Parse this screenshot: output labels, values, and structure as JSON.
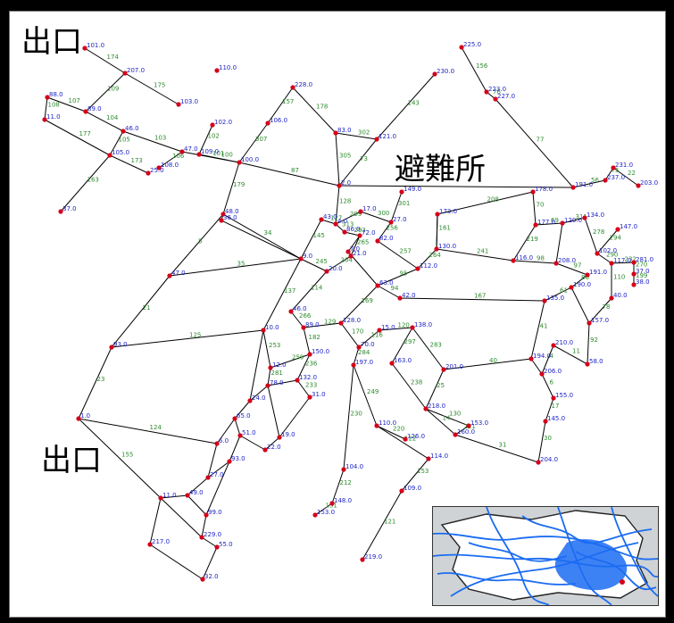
{
  "labels": {
    "exit_top": "出口",
    "exit_bottom": "出口",
    "shelter": "避難所"
  },
  "colors": {
    "edge": "#000000",
    "node": "#d4001a",
    "node_label": "#1f24c4",
    "edge_label": "#2e8b2e",
    "inset_water": "#1b6cf2",
    "inset_land": "#cfd3d6",
    "inset_border": "#222222"
  },
  "nodes": [
    {
      "id": "n1",
      "label": "101.0"
    },
    {
      "id": "n2",
      "label": "207.0"
    },
    {
      "id": "n3",
      "label": "103.0"
    },
    {
      "id": "n4",
      "label": "110.0"
    },
    {
      "id": "n5",
      "label": "228.0"
    },
    {
      "id": "n6",
      "label": "225.0"
    },
    {
      "id": "n7",
      "label": "230.0"
    },
    {
      "id": "n8",
      "label": "223.0"
    },
    {
      "id": "n9",
      "label": "227.0"
    },
    {
      "id": "n10",
      "label": "88.0"
    },
    {
      "id": "n11",
      "label": "89.0"
    },
    {
      "id": "n12",
      "label": "11.0"
    },
    {
      "id": "n13",
      "label": "46.0"
    },
    {
      "id": "n14",
      "label": "102.0"
    },
    {
      "id": "n15",
      "label": "106.0"
    },
    {
      "id": "n16",
      "label": "83.0"
    },
    {
      "id": "n17",
      "label": "121.0"
    },
    {
      "id": "n18",
      "label": "47.0"
    },
    {
      "id": "n19",
      "label": "105.0"
    },
    {
      "id": "n20",
      "label": "100.0"
    },
    {
      "id": "n21",
      "label": "108.0"
    },
    {
      "id": "n22",
      "label": "109.0"
    },
    {
      "id": "n23",
      "label": "25.0"
    },
    {
      "id": "n24",
      "label": "237.0"
    },
    {
      "id": "n25",
      "label": "231.0"
    },
    {
      "id": "n26",
      "label": "203.0"
    },
    {
      "id": "n27",
      "label": "191.0"
    },
    {
      "id": "n28",
      "label": "37.0"
    },
    {
      "id": "n29",
      "label": "48.0"
    },
    {
      "id": "n30",
      "label": "149.0"
    },
    {
      "id": "n31",
      "label": "147.0"
    },
    {
      "id": "n32",
      "label": "120.0"
    },
    {
      "id": "n33",
      "label": "178.0"
    },
    {
      "id": "n34",
      "label": "177.0"
    },
    {
      "id": "n35",
      "label": "134.0"
    },
    {
      "id": "n36",
      "label": "173.0"
    },
    {
      "id": "n37",
      "label": "47.0"
    },
    {
      "id": "n38",
      "label": "93.0"
    },
    {
      "id": "n39",
      "label": "1.0"
    },
    {
      "id": "n40",
      "label": "217.0"
    },
    {
      "id": "n41",
      "label": "197.0"
    },
    {
      "id": "n42",
      "label": "110.0"
    },
    {
      "id": "n43",
      "label": "126.0"
    },
    {
      "id": "n44",
      "label": "114.0"
    },
    {
      "id": "n45",
      "label": "109.0"
    },
    {
      "id": "n46",
      "label": "104.0"
    },
    {
      "id": "n47",
      "label": "148.0"
    },
    {
      "id": "n48",
      "label": "153.0"
    },
    {
      "id": "n49",
      "label": "219.0"
    },
    {
      "id": "n50",
      "label": "281.0"
    },
    {
      "id": "n51",
      "label": "37.0"
    },
    {
      "id": "n52",
      "label": "38.0"
    },
    {
      "id": "n53",
      "label": "40.0"
    },
    {
      "id": "n54",
      "label": "58.0"
    },
    {
      "id": "n55",
      "label": "204.0"
    },
    {
      "id": "n56",
      "label": "160.0"
    },
    {
      "id": "n57",
      "label": "218.0"
    },
    {
      "id": "n58",
      "label": "201.0"
    },
    {
      "id": "n59",
      "label": "153.0"
    },
    {
      "id": "n60",
      "label": "116.0"
    },
    {
      "id": "n61",
      "label": "208.0"
    },
    {
      "id": "n62",
      "label": "117.0"
    },
    {
      "id": "n63",
      "label": "102.0"
    },
    {
      "id": "n64",
      "label": "191.0"
    },
    {
      "id": "n65",
      "label": "190.0"
    },
    {
      "id": "n66",
      "label": "135.0"
    },
    {
      "id": "n67",
      "label": "210.0"
    },
    {
      "id": "n68",
      "label": "194.0"
    },
    {
      "id": "n69",
      "label": "157.0"
    },
    {
      "id": "n70",
      "label": "145.0"
    },
    {
      "id": "n71",
      "label": "155.0"
    },
    {
      "id": "n72",
      "label": "206.0"
    },
    {
      "id": "n73",
      "label": "36.0"
    },
    {
      "id": "n74",
      "label": "24.0"
    },
    {
      "id": "n75",
      "label": "11.0"
    },
    {
      "id": "n76",
      "label": "49.0"
    },
    {
      "id": "n77",
      "label": "27.0"
    },
    {
      "id": "n78",
      "label": "32.0"
    },
    {
      "id": "n79",
      "label": "6.0"
    },
    {
      "id": "n80",
      "label": "51.0"
    },
    {
      "id": "n81",
      "label": "22.0"
    },
    {
      "id": "n82",
      "label": "19.0"
    },
    {
      "id": "n83",
      "label": "9.0"
    },
    {
      "id": "n84",
      "label": "20.0"
    },
    {
      "id": "n85",
      "label": "4.0"
    },
    {
      "id": "n86",
      "label": "2.0"
    },
    {
      "id": "n87",
      "label": "43.0"
    },
    {
      "id": "n88",
      "label": "86.0"
    },
    {
      "id": "n89",
      "label": "72.0"
    },
    {
      "id": "n90",
      "label": "21.0"
    },
    {
      "id": "n91",
      "label": "63.0"
    },
    {
      "id": "n92",
      "label": "42.0"
    },
    {
      "id": "n93",
      "label": "112.0"
    },
    {
      "id": "n94",
      "label": "130.0"
    },
    {
      "id": "n95",
      "label": "138.0"
    },
    {
      "id": "n96",
      "label": "82.0"
    },
    {
      "id": "n97",
      "label": "17.0"
    },
    {
      "id": "n98",
      "label": "27.0"
    },
    {
      "id": "n99",
      "label": "163.0"
    },
    {
      "id": "n100",
      "label": "128.0"
    },
    {
      "id": "n101",
      "label": "89.0"
    },
    {
      "id": "n102",
      "label": "70.0"
    },
    {
      "id": "n103",
      "label": "15.0"
    },
    {
      "id": "n104",
      "label": "150.0"
    },
    {
      "id": "n105",
      "label": "132.0"
    },
    {
      "id": "n106",
      "label": "31.0"
    },
    {
      "id": "n107",
      "label": "12.0"
    },
    {
      "id": "n108",
      "label": "65.0"
    },
    {
      "id": "n109",
      "label": "229.0"
    },
    {
      "id": "n110",
      "label": "10.0"
    },
    {
      "id": "n111",
      "label": "7.0"
    },
    {
      "id": "n112",
      "label": "46.0"
    },
    {
      "id": "n113",
      "label": "78.0"
    },
    {
      "id": "n114",
      "label": "93.0"
    },
    {
      "id": "n115",
      "label": "99.0"
    },
    {
      "id": "n116",
      "label": "55.0"
    }
  ],
  "edges": [
    {
      "id": "e1",
      "label": "174"
    },
    {
      "id": "e2",
      "label": "175"
    },
    {
      "id": "e3",
      "label": "109"
    },
    {
      "id": "e4",
      "label": "107"
    },
    {
      "id": "e5",
      "label": "104"
    },
    {
      "id": "e6",
      "label": "108"
    },
    {
      "id": "e7",
      "label": "177"
    },
    {
      "id": "e8",
      "label": "105"
    },
    {
      "id": "e9",
      "label": "103"
    },
    {
      "id": "e10",
      "label": "173"
    },
    {
      "id": "e11",
      "label": "163"
    },
    {
      "id": "e12",
      "label": "106"
    },
    {
      "id": "e13",
      "label": "101"
    },
    {
      "id": "e14",
      "label": "102"
    },
    {
      "id": "e15",
      "label": "100"
    },
    {
      "id": "e16",
      "label": "179"
    },
    {
      "id": "e17",
      "label": "157"
    },
    {
      "id": "e18",
      "label": "178"
    },
    {
      "id": "e19",
      "label": "307"
    },
    {
      "id": "e20",
      "label": "302"
    },
    {
      "id": "e21",
      "label": "305"
    },
    {
      "id": "e22",
      "label": "156"
    },
    {
      "id": "e23",
      "label": "143"
    },
    {
      "id": "e24",
      "label": "76"
    },
    {
      "id": "e25",
      "label": "77"
    },
    {
      "id": "e26",
      "label": "73"
    },
    {
      "id": "e27",
      "label": "56"
    },
    {
      "id": "e28",
      "label": "75"
    },
    {
      "id": "e29",
      "label": "22"
    },
    {
      "id": "e30",
      "label": "16"
    },
    {
      "id": "e31",
      "label": "87"
    },
    {
      "id": "e32",
      "label": "5"
    },
    {
      "id": "e33",
      "label": "21"
    },
    {
      "id": "e34",
      "label": "23"
    },
    {
      "id": "e35",
      "label": "34"
    },
    {
      "id": "e36",
      "label": "35"
    },
    {
      "id": "e37",
      "label": "137"
    },
    {
      "id": "e38",
      "label": "125"
    },
    {
      "id": "e39",
      "label": "124"
    },
    {
      "id": "e40",
      "label": "155"
    },
    {
      "id": "e41",
      "label": "128"
    },
    {
      "id": "e42",
      "label": "127"
    },
    {
      "id": "e43",
      "label": "145"
    },
    {
      "id": "e44",
      "label": "313"
    },
    {
      "id": "e45",
      "label": "293"
    },
    {
      "id": "e46",
      "label": "265"
    },
    {
      "id": "e47",
      "label": "264"
    },
    {
      "id": "e48",
      "label": "245"
    },
    {
      "id": "e49",
      "label": "299"
    },
    {
      "id": "e50",
      "label": "300"
    },
    {
      "id": "e51",
      "label": "301"
    },
    {
      "id": "e52",
      "label": "256"
    },
    {
      "id": "e53",
      "label": "257"
    },
    {
      "id": "e54",
      "label": "264"
    },
    {
      "id": "e55",
      "label": "161"
    },
    {
      "id": "e56",
      "label": "208"
    },
    {
      "id": "e57",
      "label": "241"
    },
    {
      "id": "e58",
      "label": "219"
    },
    {
      "id": "e59",
      "label": "70"
    },
    {
      "id": "e60",
      "label": "69"
    },
    {
      "id": "e61",
      "label": "311"
    },
    {
      "id": "e62",
      "label": "278"
    },
    {
      "id": "e63",
      "label": "294"
    },
    {
      "id": "e64",
      "label": "290"
    },
    {
      "id": "e65",
      "label": "232"
    },
    {
      "id": "e66",
      "label": "270"
    },
    {
      "id": "e67",
      "label": "199"
    },
    {
      "id": "e68",
      "label": "110"
    },
    {
      "id": "e69",
      "label": "78"
    },
    {
      "id": "e70",
      "label": "92"
    },
    {
      "id": "e71",
      "label": "11"
    },
    {
      "id": "e72",
      "label": "4"
    },
    {
      "id": "e73",
      "label": "6"
    },
    {
      "id": "e74",
      "label": "17"
    },
    {
      "id": "e75",
      "label": "30"
    },
    {
      "id": "e76",
      "label": "31"
    },
    {
      "id": "e77",
      "label": "14"
    },
    {
      "id": "e78",
      "label": "25"
    },
    {
      "id": "e79",
      "label": "40"
    },
    {
      "id": "e80",
      "label": "41"
    },
    {
      "id": "e81",
      "label": "61"
    },
    {
      "id": "e82",
      "label": "86"
    },
    {
      "id": "e83",
      "label": "97"
    },
    {
      "id": "e84",
      "label": "98"
    },
    {
      "id": "e85",
      "label": "95"
    },
    {
      "id": "e86",
      "label": "94"
    },
    {
      "id": "e87",
      "label": "167"
    },
    {
      "id": "e88",
      "label": "169"
    },
    {
      "id": "e89",
      "label": "170"
    },
    {
      "id": "e90",
      "label": "116"
    },
    {
      "id": "e91",
      "label": "120"
    },
    {
      "id": "e92",
      "label": "283"
    },
    {
      "id": "e93",
      "label": "297"
    },
    {
      "id": "e94",
      "label": "238"
    },
    {
      "id": "e95",
      "label": "284"
    },
    {
      "id": "e96",
      "label": "249"
    },
    {
      "id": "e97",
      "label": "220"
    },
    {
      "id": "e98",
      "label": "230"
    },
    {
      "id": "e99",
      "label": "212"
    },
    {
      "id": "e100",
      "label": "151"
    },
    {
      "id": "e101",
      "label": "122"
    },
    {
      "id": "e102",
      "label": "153"
    },
    {
      "id": "e103",
      "label": "121"
    },
    {
      "id": "e104",
      "label": "221"
    },
    {
      "id": "e105",
      "label": "130"
    },
    {
      "id": "e106",
      "label": "129"
    },
    {
      "id": "e107",
      "label": "266"
    },
    {
      "id": "e108",
      "label": "114"
    },
    {
      "id": "e109",
      "label": "182"
    },
    {
      "id": "e110",
      "label": "236"
    },
    {
      "id": "e111",
      "label": "233"
    },
    {
      "id": "e112",
      "label": "259"
    },
    {
      "id": "e113",
      "label": "253"
    },
    {
      "id": "e114",
      "label": "281"
    }
  ]
}
